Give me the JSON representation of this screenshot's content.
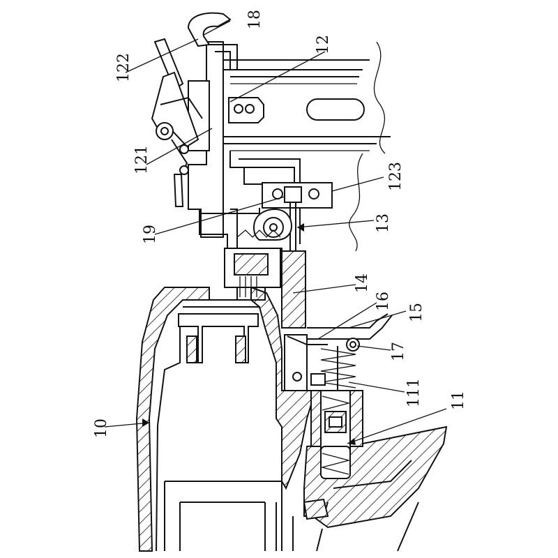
{
  "figure": {
    "labels": [
      {
        "id": "10",
        "text": "10"
      },
      {
        "id": "11",
        "text": "11"
      },
      {
        "id": "12",
        "text": "12"
      },
      {
        "id": "13",
        "text": "13"
      },
      {
        "id": "14",
        "text": "14"
      },
      {
        "id": "15",
        "text": "15"
      },
      {
        "id": "16",
        "text": "16"
      },
      {
        "id": "17",
        "text": "17"
      },
      {
        "id": "18",
        "text": "18"
      },
      {
        "id": "19",
        "text": "19"
      },
      {
        "id": "111",
        "text": "111"
      },
      {
        "id": "121",
        "text": "121"
      },
      {
        "id": "122",
        "text": "122"
      },
      {
        "id": "123",
        "text": "123"
      }
    ]
  }
}
